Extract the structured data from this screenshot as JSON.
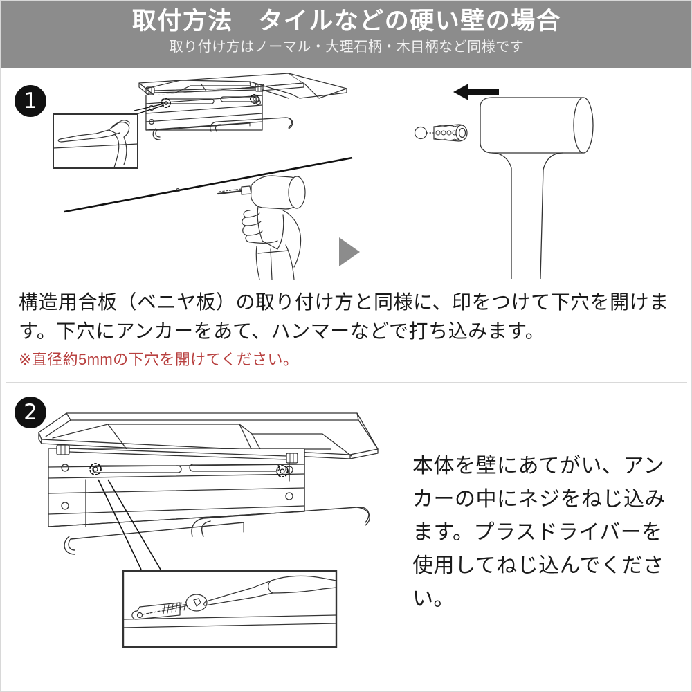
{
  "header": {
    "title": "取付方法　タイルなどの硬い壁の場合",
    "subtitle": "取り付け方はノーマル・大理石柄・木目柄など同様です",
    "bg_color": "#8c8c8c",
    "text_color": "#ffffff"
  },
  "steps": [
    {
      "badge": "1",
      "text": "構造用合板（ベニヤ板）の取り付け方と同様に、印をつけて下穴を開けます。下穴にアンカーをあて、ハンマーなどで打ち込みます。",
      "note": "※直径約5mmの下穴を開けてください。",
      "note_color": "#b8403f",
      "illustration": {
        "left_scene": "shelf-bracket-with-marker-callout-and-drill",
        "right_scene": "mallet-and-wall-anchor",
        "separator": "gray-right-triangle-arrow",
        "callout_label": "marker-pen-marking-wall",
        "direction_arrow": "black-left-arrow"
      }
    },
    {
      "badge": "2",
      "text": "本体を壁にあてがい、アンカーの中にネジをねじ込みます。プラスドライバーを使用してねじ込んでください。",
      "illustration": {
        "scene": "shelf-bracket-mounted-on-wall",
        "callout_label": "phillips-screwdriver-driving-screw-into-anchor"
      }
    }
  ],
  "colors": {
    "line_art": "#333333",
    "divider": "#d9d9d9",
    "page_border": "#d8d8d8",
    "badge_bg": "#111111"
  }
}
